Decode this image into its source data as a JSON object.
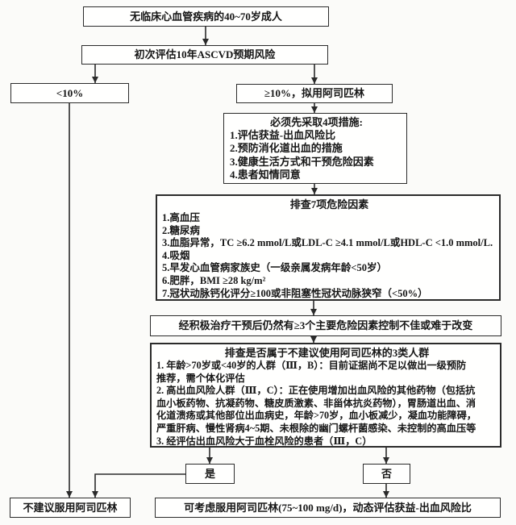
{
  "colors": {
    "ink": "#2b2b2b",
    "paper": "#fbfbf9",
    "box_fill": "#fffffe"
  },
  "flowchart": {
    "start": "无临床心血管疾病的40~70岁成人",
    "assess": "初次评估10年ASCVD预期风险",
    "low_risk": "<10%",
    "high_risk": "≥10%，拟用阿司匹林",
    "measures": {
      "title": "必须先采取4项措施:",
      "items": [
        "1.评估获益-出血风险比",
        "2.预防消化道出血的措施",
        "3.健康生活方式和干预危险因素",
        "4.患者知情同意"
      ]
    },
    "risk_factors": {
      "title": "排查7项危险因素",
      "items": [
        "1.高血压",
        "2.糖尿病",
        "3.血脂异常，TC ≥6.2 mmol/L或LDL-C ≥4.1 mmol/L或HDL-C <1.0 mmol/L.",
        "4.吸烟",
        "5.早发心血管病家族史（一级亲属发病年龄<50岁）",
        "6.肥胖，BMI ≥28 kg/m²",
        "7.冠状动脉钙化评分≥100或非阻塞性冠状动脉狭窄（<50%）"
      ]
    },
    "persistent": "经积极治疗干预后仍然有≥3个主要危险因素控制不佳或难于改变",
    "exclusion": {
      "title": "排查是否属于不建议使用阿司匹林的3类人群",
      "lines": [
        "1. 年龄>70岁或<40岁的人群（Ⅲ，B）：目前证据尚不足以做出一级预防",
        "推荐，需个体化评估",
        "2. 高出血风险人群（Ⅲ，C）：正在使用增加出血风险的其他药物（包括抗",
        "血小板药物、抗凝药物、糖皮质激素、非甾体抗炎药物），胃肠道出血、消",
        "化道溃疡或其他部位出血病史，年龄>70岁，血小板减少，凝血功能障碍，",
        "严重肝病、慢性肾病4~5期、未根除的幽门螺杆菌感染、未控制的高血压等",
        "3. 经评估出血风险大于血栓风险的患者（Ⅲ，C）"
      ]
    },
    "yes_label": "是",
    "no_label": "否",
    "not_recommended": "不建议服用阿司匹林",
    "consider": "可考虑服用阿司匹林(75~100 mg/d)，动态评估获益-出血风险比"
  }
}
